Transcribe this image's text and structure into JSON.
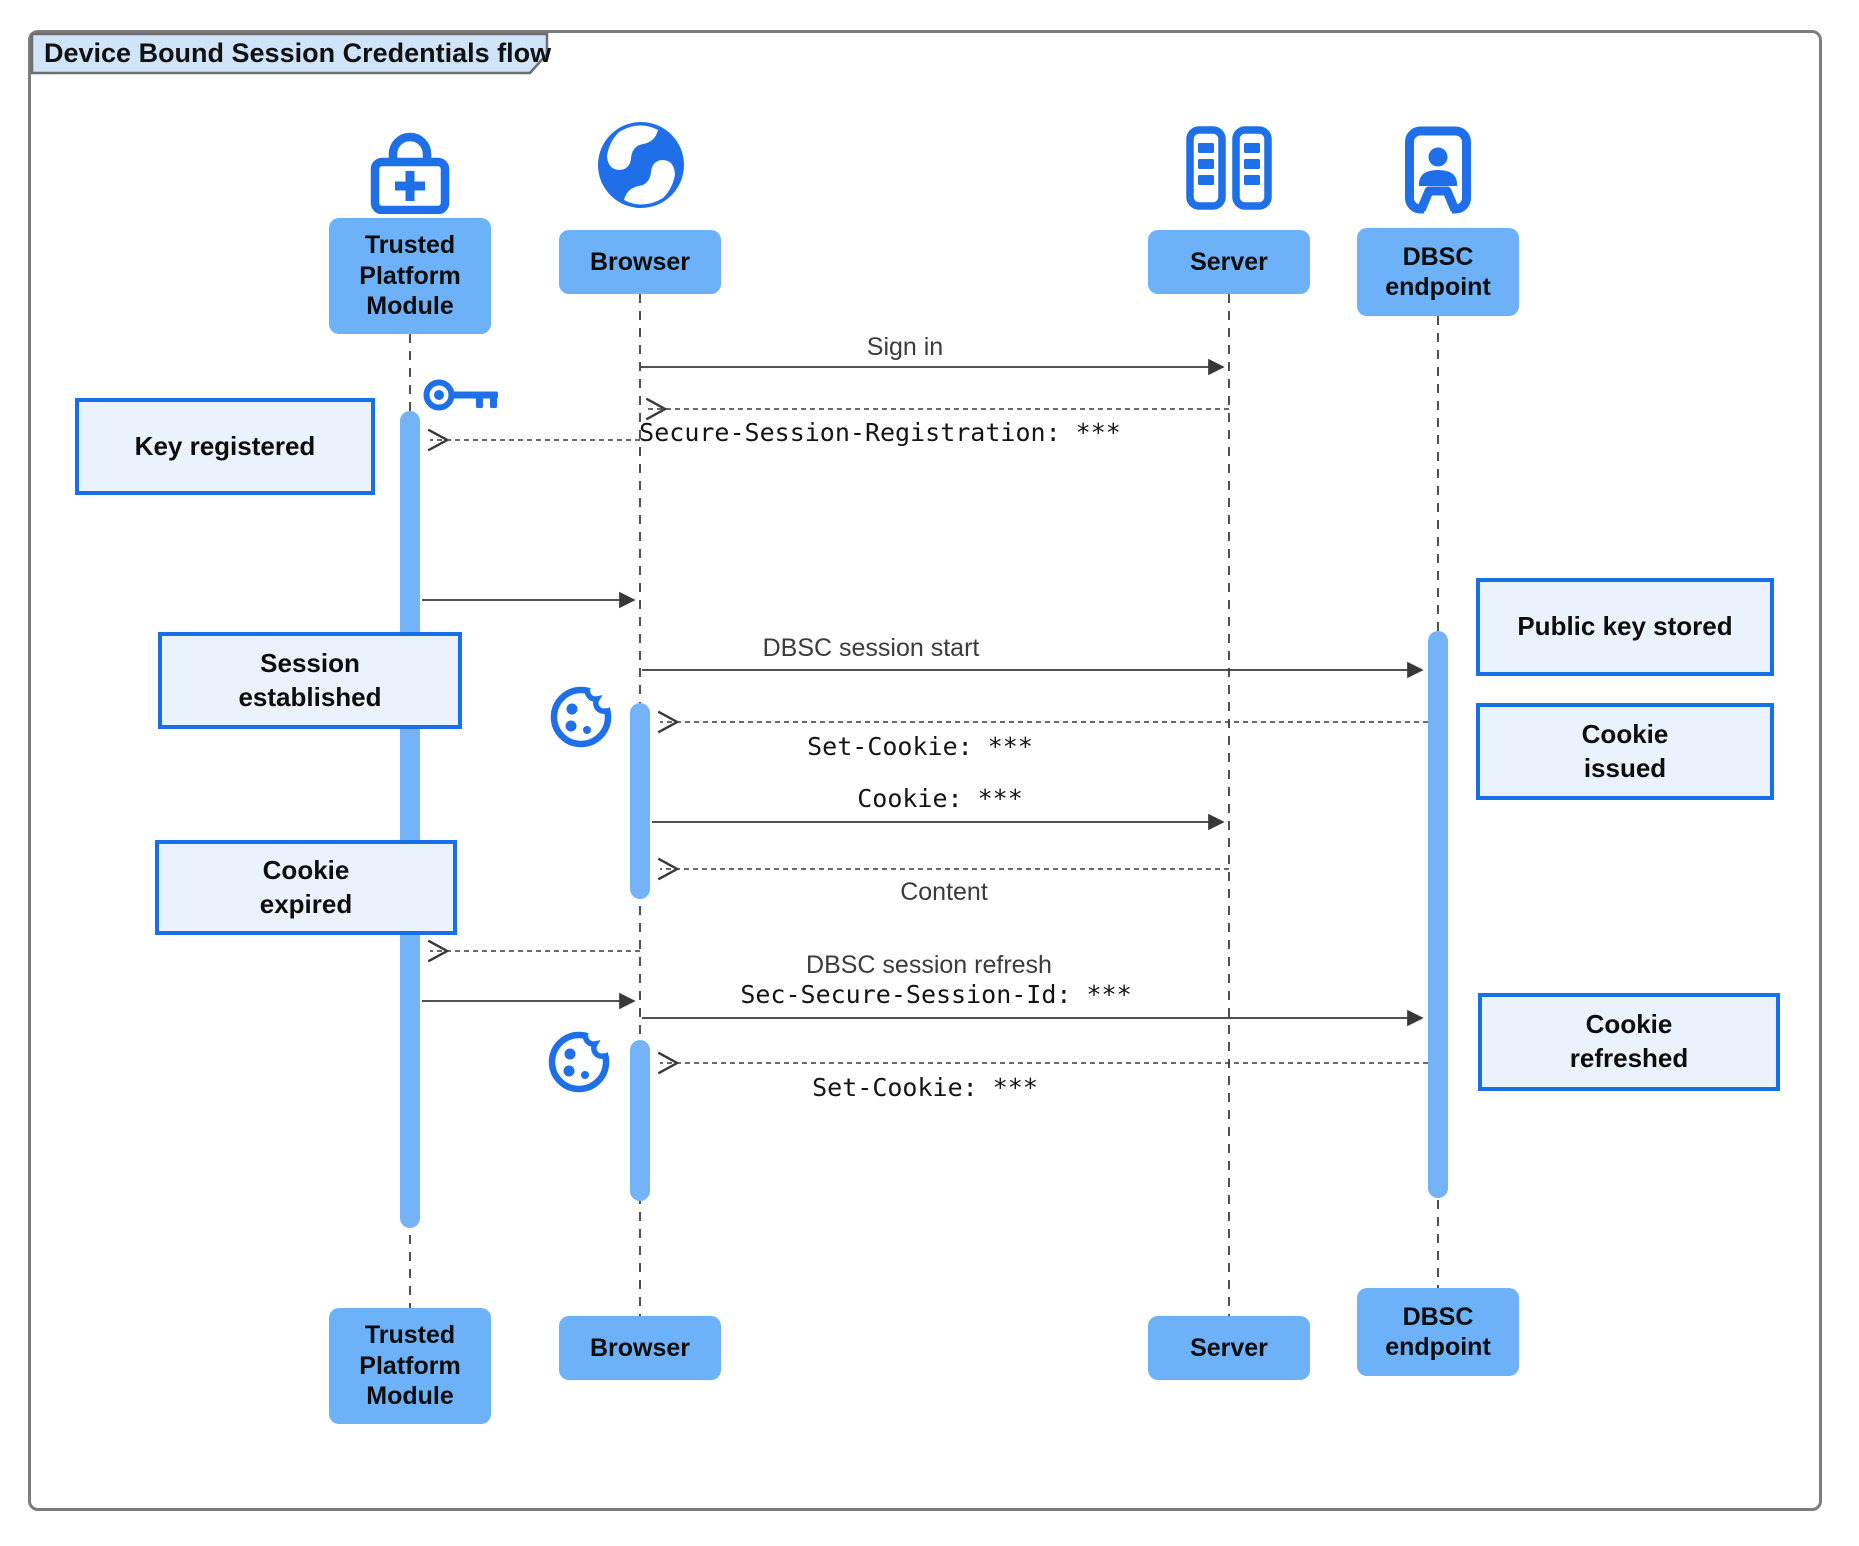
{
  "title": "Device Bound Session Credentials flow",
  "participants": {
    "tpm": {
      "label": "Trusted\nPlatform\nModule",
      "icon": "lock-plus-icon"
    },
    "browser": {
      "label": "Browser",
      "icon": "globe-icon"
    },
    "server": {
      "label": "Server",
      "icon": "server-rack-icon"
    },
    "dbsc": {
      "label": "DBSC\nendpoint",
      "icon": "id-badge-icon"
    }
  },
  "messages": {
    "sign_in": "Sign in",
    "secure_session_registration": "Secure-Session-Registration: ***",
    "dbsc_session_start": "DBSC session start",
    "set_cookie_1": "Set-Cookie: ***",
    "cookie": "Cookie: ***",
    "content": "Content",
    "dbsc_session_refresh": "DBSC session refresh",
    "sec_secure_session_id": "Sec-Secure-Session-Id: ***",
    "set_cookie_2": "Set-Cookie: ***"
  },
  "notes": {
    "key_registered": "Key registered",
    "session_established": "Session\nestablished",
    "cookie_expired": "Cookie\nexpired",
    "public_key_stored": "Public key stored",
    "cookie_issued": "Cookie\nissued",
    "cookie_refreshed": "Cookie\nrefreshed"
  },
  "decorations": {
    "key": "key-icon",
    "cookie_top": "cookie-icon",
    "cookie_bottom": "cookie-icon"
  },
  "colors": {
    "participant_fill": "#6db1f8",
    "activation_fill": "#74b3f8",
    "note_bg": "#eaf2fd",
    "note_border": "#1770e8",
    "icon_blue": "#1f6fe8",
    "title_tab_bg": "#cfe3f9",
    "arrow": "#383838",
    "frame_border": "#7d7d7d"
  }
}
